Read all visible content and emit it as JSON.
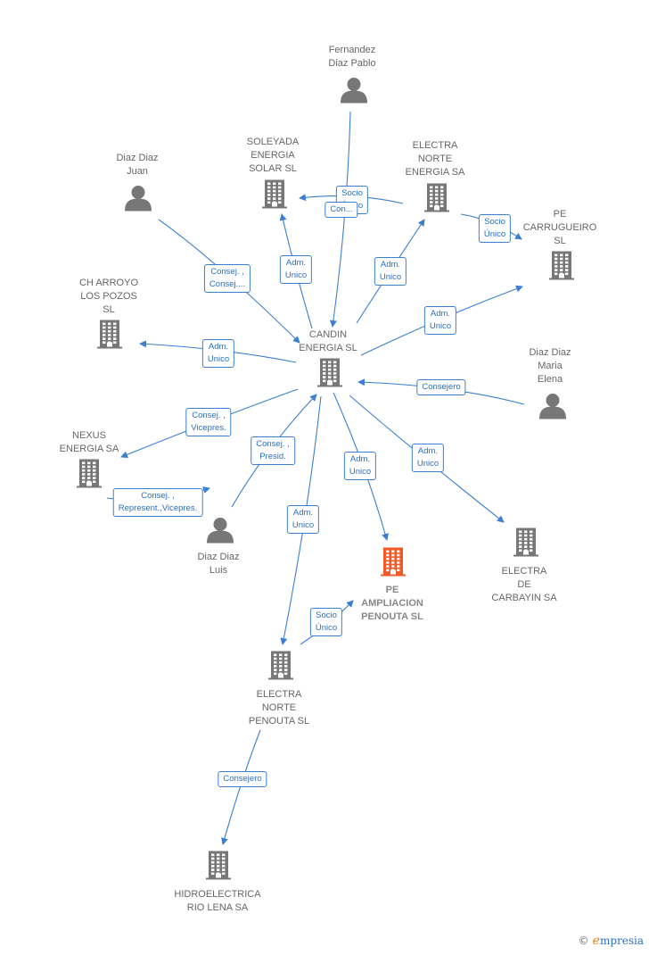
{
  "colors": {
    "edge": "#3a7fd0",
    "node": "#777777",
    "focus": "#f05a28"
  },
  "nodes": [
    {
      "id": "candin",
      "type": "company",
      "label": "CANDIN\nENERGIA SL"
    },
    {
      "id": "fernandez",
      "type": "person",
      "label": "Fernandez\nDiaz Pablo"
    },
    {
      "id": "soleyada",
      "type": "company",
      "label": "SOLEYADA\nENERGIA\nSOLAR  SL"
    },
    {
      "id": "electra_norte_energia",
      "type": "company",
      "label": "ELECTRA\nNORTE\nENERGIA SA"
    },
    {
      "id": "diaz_juan",
      "type": "person",
      "label": "Diaz Diaz\nJuan"
    },
    {
      "id": "pe_carrugueiro",
      "type": "company",
      "label": "PE\nCARRUGUEIRO\nSL"
    },
    {
      "id": "ch_arroyo",
      "type": "company",
      "label": "CH ARROYO\nLOS POZOS\nSL"
    },
    {
      "id": "diaz_maria",
      "type": "person",
      "label": "Diaz Diaz\nMaria\nElena"
    },
    {
      "id": "nexus",
      "type": "company",
      "label": "NEXUS\nENERGIA SA"
    },
    {
      "id": "diaz_luis",
      "type": "person",
      "label": "Diaz Diaz\nLuis"
    },
    {
      "id": "pe_ampliacion",
      "type": "focus",
      "label": "PE\nAMPLIACION\nPENOUTA  SL"
    },
    {
      "id": "electra_carbayin",
      "type": "company",
      "label": "ELECTRA\nDE\nCARBAYIN SA"
    },
    {
      "id": "electra_norte_penouta",
      "type": "company",
      "label": "ELECTRA\nNORTE\nPENOUTA  SL"
    },
    {
      "id": "hidroelectrica",
      "type": "company",
      "label": "HIDROELECTRICA\nRIO LENA SA"
    }
  ],
  "edges": [
    {
      "from": "fernandez",
      "to": "candin",
      "label": "Socio\nÚnico"
    },
    {
      "from": "electra_norte_energia",
      "to": "soleyada",
      "label": "Con..."
    },
    {
      "from": "candin",
      "to": "soleyada",
      "label": "Adm.\nUnico"
    },
    {
      "from": "candin",
      "to": "electra_norte_energia",
      "label": "Adm.\nUnico"
    },
    {
      "from": "electra_norte_energia",
      "to": "pe_carrugueiro",
      "label": "Socio\nÚnico"
    },
    {
      "from": "diaz_juan",
      "to": "candin",
      "label": "Consej. ,\nConsej...."
    },
    {
      "from": "candin",
      "to": "pe_carrugueiro",
      "label": "Adm.\nUnico"
    },
    {
      "from": "candin",
      "to": "ch_arroyo",
      "label": "Adm.\nUnico"
    },
    {
      "from": "diaz_maria",
      "to": "candin",
      "label": "Consejero"
    },
    {
      "from": "candin",
      "to": "nexus",
      "label": "Consej. ,\nVicepres."
    },
    {
      "from": "diaz_luis",
      "to": "candin",
      "label": "Consej. ,\nPresid."
    },
    {
      "from": "candin",
      "to": "pe_ampliacion",
      "label": "Adm.\nUnico"
    },
    {
      "from": "candin",
      "to": "electra_carbayin",
      "label": "Adm.\nUnico"
    },
    {
      "from": "candin",
      "to": "electra_norte_penouta",
      "label": "Adm.\nUnico"
    },
    {
      "from": "diaz_luis",
      "to": "nexus",
      "label": "Consej. ,\nRepresent.,Vicepres."
    },
    {
      "from": "electra_norte_penouta",
      "to": "pe_ampliacion",
      "label": "Socio\nÚnico"
    },
    {
      "from": "electra_norte_penouta",
      "to": "hidroelectrica",
      "label": "Consejero"
    }
  ],
  "copyright": {
    "symbol": "©",
    "brand_initial": "e",
    "brand_rest": "mpresia"
  }
}
